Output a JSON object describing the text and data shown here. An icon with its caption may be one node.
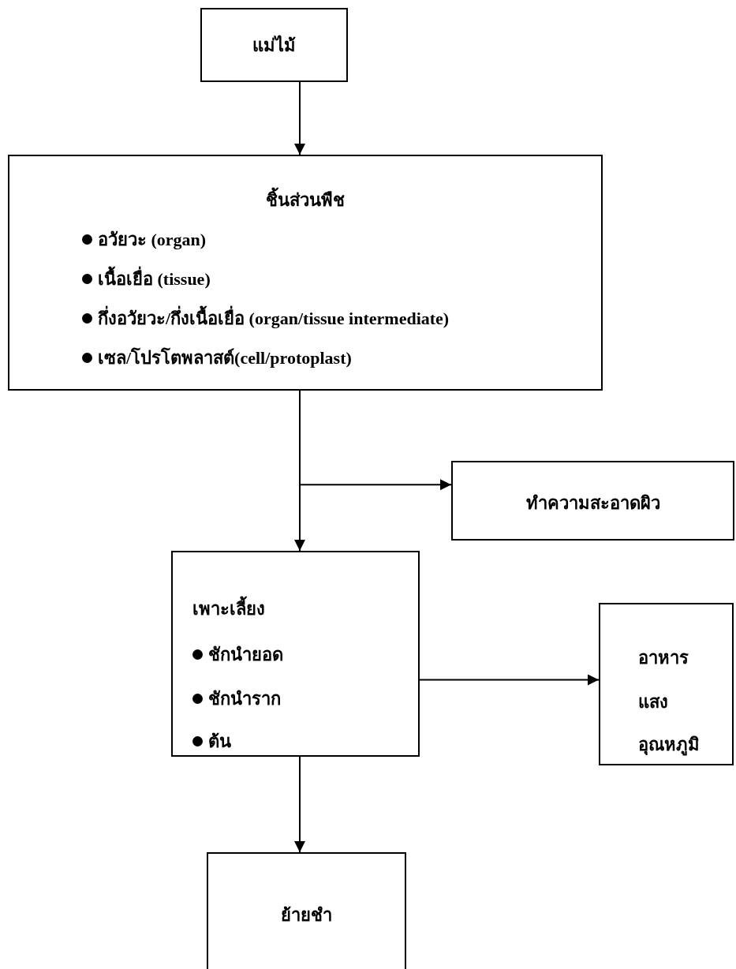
{
  "diagram": {
    "nodes": [
      {
        "text": [
          "แม่ไม้"
        ]
      },
      {
        "text": [
          "ชิ้นส่วนพืช",
          "อวัยวะ (organ)",
          "เนื้อเยื่อ (tissue)",
          "กึ่งอวัยวะ/กึ่งเนื้อเยื่อ (organ/tissue intermediate)",
          "เซล/โปรโตพลาสต์(cell/protoplast)"
        ]
      },
      {
        "text": [
          "ทำความสะอาดผิว"
        ]
      },
      {
        "text": [
          "เพาะเลี้ยง",
          "ชักนำยอด",
          "ชักนำราก",
          "ต้น"
        ]
      },
      {
        "text": [
          "อาหาร",
          "แสง",
          "อุณหภูมิ"
        ]
      },
      {
        "text": [
          "ย้ายชำ"
        ]
      }
    ],
    "edges": [
      {
        "from": 0,
        "to": 1,
        "arrow": "to"
      },
      {
        "from": 1,
        "to": 3,
        "arrow": "to"
      },
      {
        "from": 1,
        "to": 2,
        "arrow": "to"
      },
      {
        "from": 3,
        "to": 4,
        "arrow": "to"
      },
      {
        "from": 3,
        "to": 5,
        "arrow": "to"
      }
    ]
  }
}
